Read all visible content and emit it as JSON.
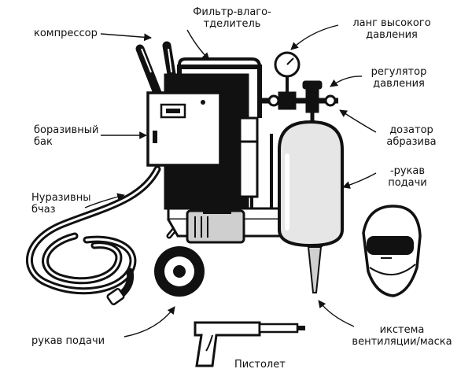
{
  "labels": {
    "compressor": "компрессор",
    "filter": "Фильтр-влаго-\nтделитель",
    "hose_hp": "ланг высокого\nдавления",
    "regulator": "регулятор\nдавления",
    "abrasive_tank": "боразивный\nбак",
    "dispenser": "дозатор\nабразива",
    "feed_hose_right": "-рукав\nподачи",
    "abrasive_hose": "Нуразивны\nбчаз",
    "feed_hose_left": "рукав подачи",
    "gun": "Пистолет",
    "ventilation": "икстема\nвентиляции/маска"
  },
  "colors": {
    "ink": "#0d0d0d",
    "tank_fill": "#e6e6e6",
    "metal": "#cfcfcf",
    "paper": "#ffffff"
  }
}
